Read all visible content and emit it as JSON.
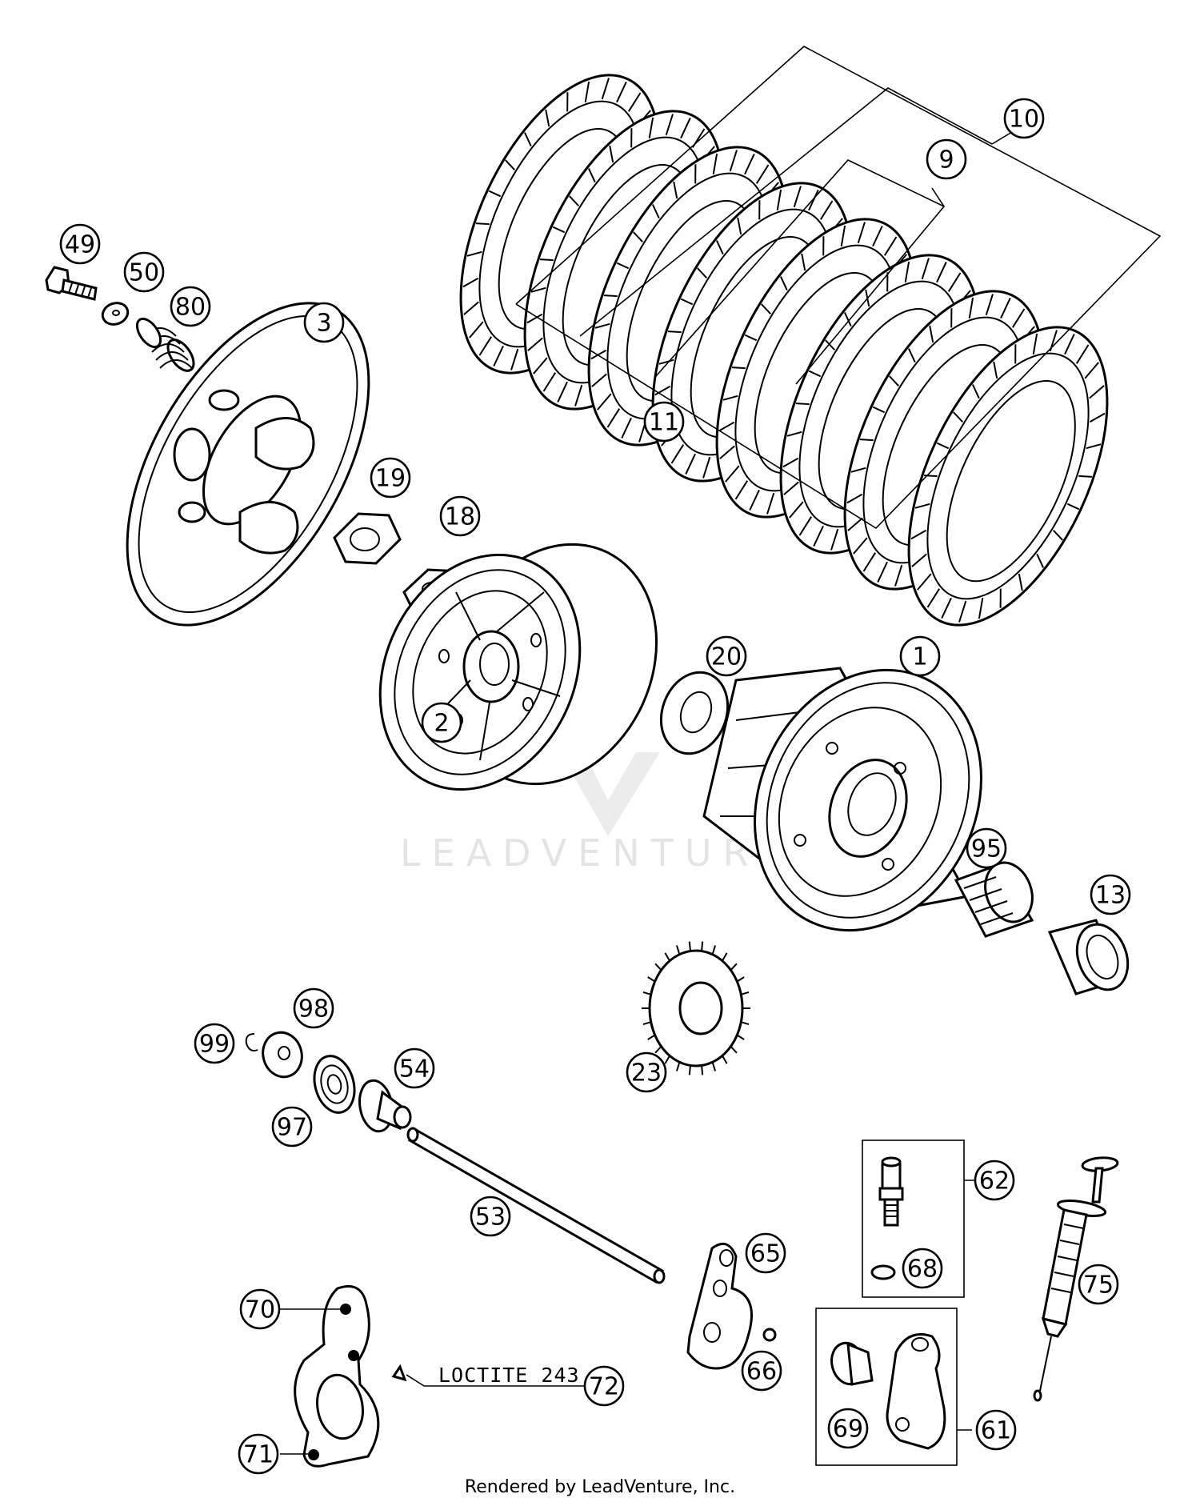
{
  "watermark": {
    "text": "LEADVENTURE"
  },
  "footer": {
    "text": "Rendered by LeadVenture, Inc."
  },
  "note": {
    "text": "LOCTITE 243"
  },
  "callouts": [
    {
      "id": "1",
      "label": "1"
    },
    {
      "id": "2",
      "label": "2"
    },
    {
      "id": "3",
      "label": "3"
    },
    {
      "id": "9",
      "label": "9"
    },
    {
      "id": "10",
      "label": "10"
    },
    {
      "id": "11",
      "label": "11"
    },
    {
      "id": "13",
      "label": "13"
    },
    {
      "id": "18",
      "label": "18"
    },
    {
      "id": "19",
      "label": "19"
    },
    {
      "id": "20",
      "label": "20"
    },
    {
      "id": "23",
      "label": "23"
    },
    {
      "id": "49",
      "label": "49"
    },
    {
      "id": "50",
      "label": "50"
    },
    {
      "id": "53",
      "label": "53"
    },
    {
      "id": "54",
      "label": "54"
    },
    {
      "id": "61",
      "label": "61"
    },
    {
      "id": "62",
      "label": "62"
    },
    {
      "id": "65",
      "label": "65"
    },
    {
      "id": "66",
      "label": "66"
    },
    {
      "id": "68",
      "label": "68"
    },
    {
      "id": "69",
      "label": "69"
    },
    {
      "id": "70",
      "label": "70"
    },
    {
      "id": "71",
      "label": "71"
    },
    {
      "id": "72",
      "label": "72"
    },
    {
      "id": "75",
      "label": "75"
    },
    {
      "id": "80",
      "label": "80"
    },
    {
      "id": "95",
      "label": "95"
    },
    {
      "id": "97",
      "label": "97"
    },
    {
      "id": "98",
      "label": "98"
    },
    {
      "id": "99",
      "label": "99"
    }
  ]
}
